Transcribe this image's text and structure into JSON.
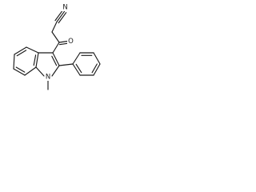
{
  "molecule": {
    "atoms": {
      "nitrile_n": "N",
      "carbonyl_o": "O",
      "indole_n": "N"
    },
    "substituent": {
      "n_methyl": "CH3"
    }
  }
}
